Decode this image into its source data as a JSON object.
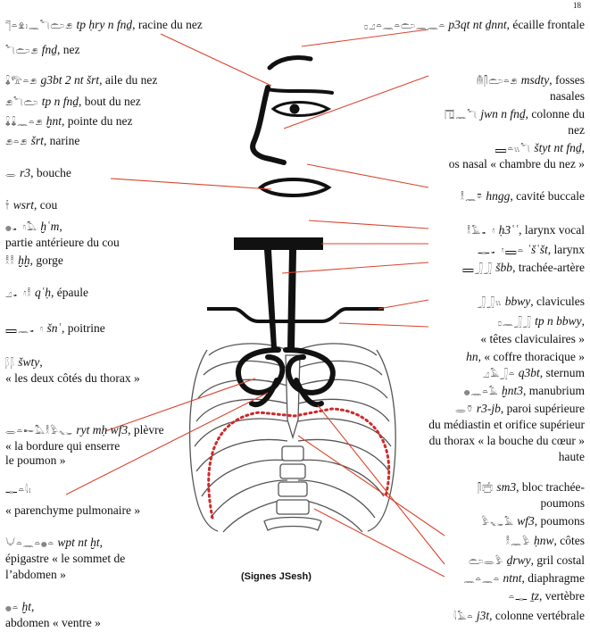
{
  "page_number": "18",
  "caption": "(Signes JSesh)",
  "left_labels": [
    {
      "id": "l1",
      "glyphs": "𓊹𓏏𓁷𓏤𓈖𓆓𓂧𓂉",
      "translit": "tp ḥry n fnḏ",
      "desc": ", racine du nez"
    },
    {
      "id": "l2",
      "glyphs": "𓆓𓂧𓂉",
      "translit": "fnḏ",
      "desc": ", nez"
    },
    {
      "id": "l3",
      "glyphs": "𓏇𓅟𓏏𓂉",
      "translit": "g3bt 2 nt šrt",
      "desc": ", aile du nez"
    },
    {
      "id": "l4",
      "glyphs": "𓂉𓆓𓂧",
      "translit": "tp n fnḏ",
      "desc": ", bout du nez"
    },
    {
      "id": "l5",
      "glyphs": "𓏇𓏇𓈖𓏏𓂉",
      "translit": "ḫnt",
      "desc": ", pointe du nez"
    },
    {
      "id": "l6",
      "glyphs": "𓂉𓏏𓂉",
      "translit": "šrt",
      "desc": ", narine"
    },
    {
      "id": "l7",
      "glyphs": "𓂋",
      "translit": "r3",
      "desc": ", bouche"
    },
    {
      "id": "l8",
      "glyphs": "𓌂",
      "translit": "wsrt",
      "desc": ", cou"
    },
    {
      "id": "l9",
      "glyphs": "𓐍𓂝𓅓",
      "translit": "ḫʿm",
      "desc": ","
    },
    {
      "id": "l9b",
      "text": "partie antérieure du cou"
    },
    {
      "id": "l10",
      "glyphs": "𓎛𓎛",
      "translit": "ḫḫ",
      "desc": ", gorge"
    },
    {
      "id": "l11",
      "glyphs": "𓈎𓂝𓎛",
      "translit": "qʿḥ",
      "desc": ", épaule"
    },
    {
      "id": "l12",
      "glyphs": "𓈙𓈖𓂝",
      "translit": "šnʿ",
      "desc": ", poitrine"
    },
    {
      "id": "l13",
      "glyphs": "𓆄𓆄",
      "translit": "šwty",
      "desc": ","
    },
    {
      "id": "l13b",
      "text": "« les deux côtés du thorax »"
    },
    {
      "id": "l14",
      "glyphs": "𓂋𓏏𓄡𓅓𓎛𓅱𓆑",
      "translit": "ryt mḥ wf3",
      "desc": ", plèvre"
    },
    {
      "id": "l14b",
      "text": "« la bordure qui enserre"
    },
    {
      "id": "l14c",
      "text": "le poumon »"
    },
    {
      "id": "l15",
      "glyphs": "𓊃𓏏𓇋𓏤",
      "translit": "",
      "desc": ""
    },
    {
      "id": "l15b",
      "text": "« parenchyme pulmonaire »"
    },
    {
      "id": "l16",
      "glyphs": "𓄋𓏏𓈖𓏏𓐍𓏏",
      "translit": "wpt nt ḫt",
      "desc": ","
    },
    {
      "id": "l16b",
      "text": "épigastre « le sommet de"
    },
    {
      "id": "l16c",
      "text": "l’abdomen »"
    },
    {
      "id": "l17",
      "glyphs": "𓐍𓏏",
      "translit": "ḫt",
      "desc": ","
    },
    {
      "id": "l17b",
      "text": "abdomen « ventre »"
    }
  ],
  "right_labels": [
    {
      "id": "r1",
      "glyphs": "𓊪𓈎𓏏𓈖𓏏𓂧𓈖𓈖𓏏",
      "translit": "p3qt nt ḏnnt",
      "desc": ", écaille frontale"
    },
    {
      "id": "r2",
      "glyphs": "𓄟𓋴𓂧𓏏𓂉",
      "translit": "msdty",
      "desc": ", fosses"
    },
    {
      "id": "r2b",
      "text": "nasales"
    },
    {
      "id": "r3",
      "glyphs": "𓉔𓈖𓆓",
      "translit": "jwn n fnḏ",
      "desc": ", colonne du"
    },
    {
      "id": "r3b",
      "text": "nez"
    },
    {
      "id": "r4",
      "glyphs": "𓈙𓏏𓏭𓆓",
      "translit": "štyt nt fnḏ",
      "desc": ","
    },
    {
      "id": "r4b",
      "text": "os nasal « chambre du nez »"
    },
    {
      "id": "r5",
      "glyphs": "𓎛𓈖𓎼",
      "translit": "hngg",
      "desc": ", cavité buccale"
    },
    {
      "id": "r6",
      "glyphs": "𓎛𓄿𓂝",
      "translit": "ḥ3ʿʿ",
      "desc": ", larynx vocal"
    },
    {
      "id": "r7",
      "glyphs": "𓊃𓂝𓈙𓏏",
      "translit": "ʿšʿšt",
      "desc": ", larynx"
    },
    {
      "id": "r8",
      "glyphs": "𓈙𓃀𓃀",
      "translit": "šbb",
      "desc": ", trachée-artère"
    },
    {
      "id": "r9",
      "glyphs": "𓃀𓃀𓏭",
      "translit": "bbwy",
      "desc": ", clavicules"
    },
    {
      "id": "r10",
      "glyphs": "𓊪𓈖𓃀𓃀",
      "translit": "tp n bbwy",
      "desc": ","
    },
    {
      "id": "r10b",
      "text": "« têtes claviculaires »"
    },
    {
      "id": "r11",
      "glyphs": "",
      "translit": "hn",
      "desc": ", « coffre thoracique »"
    },
    {
      "id": "r12",
      "glyphs": "𓈎𓄿𓃀𓏏",
      "translit": "q3bt",
      "desc": ", sternum"
    },
    {
      "id": "r13",
      "glyphs": "𓐍𓈖𓏏𓄿",
      "translit": "ḫnt3",
      "desc": ", manubrium"
    },
    {
      "id": "r14",
      "glyphs": "𓂋𓄣",
      "translit": "r3-jb",
      "desc": ", paroi supérieure"
    },
    {
      "id": "r14b",
      "text": "du médiastin et orifice supérieur"
    },
    {
      "id": "r14c",
      "text": "du thorax « la bouche du cœur »"
    },
    {
      "id": "r14d",
      "text": "haute"
    },
    {
      "id": "r15",
      "glyphs": "𓋴𓐠",
      "translit": "sm3",
      "desc": ", bloc trachée-"
    },
    {
      "id": "r15b",
      "text": "poumons"
    },
    {
      "id": "r16",
      "glyphs": "𓅱𓆑𓄿",
      "translit": "wf3",
      "desc": ", poumons"
    },
    {
      "id": "r17",
      "glyphs": "𓎛𓈖𓅱",
      "translit": "ḥnw",
      "desc": ", côtes"
    },
    {
      "id": "r18",
      "glyphs": "𓂧𓂋𓅱",
      "translit": "ḏrwy",
      "desc": ", gril costal"
    },
    {
      "id": "r19",
      "glyphs": "𓈖𓏏𓈖𓏏",
      "translit": "ntnt",
      "desc": ", diaphragme"
    },
    {
      "id": "r20",
      "glyphs": "𓏏𓊃",
      "translit": "ṯz",
      "desc": ", vertèbre"
    },
    {
      "id": "r21",
      "glyphs": "𓇋𓄿𓏏",
      "translit": "j3t",
      "desc": ", colonne vertébrale"
    }
  ],
  "colors": {
    "leader_line": "#d9462f",
    "drawing": "#111111",
    "ribcage": "#555555",
    "pleura_dots": "#cc2a2a"
  }
}
